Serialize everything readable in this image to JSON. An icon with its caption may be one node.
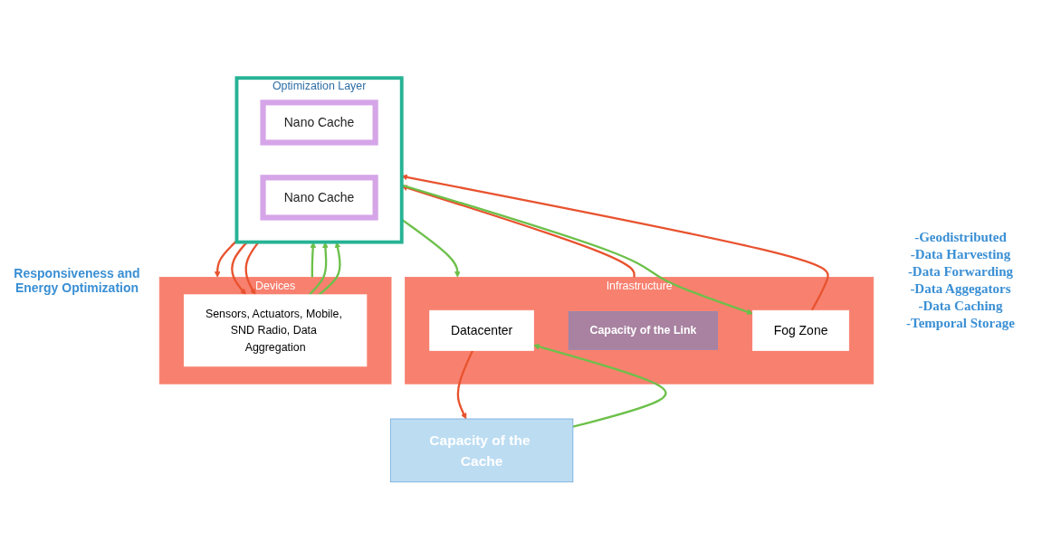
{
  "diagram": {
    "nodes": [
      {
        "text": [
          "Infrastructure"
        ]
      },
      {
        "text": [
          "Datacenter"
        ],
        "in": 0
      },
      {
        "text": [
          "Capacity of the Link"
        ],
        "in": 0
      },
      {
        "text": [
          "Fog Zone"
        ],
        "in": 0
      },
      {
        "text": [
          "Capacity of the Cache"
        ]
      },
      {
        "text": [
          "Optimization Layer"
        ]
      },
      {
        "text": [
          "Nano Cache"
        ],
        "in": 5
      },
      {
        "text": [
          "Nano Cache"
        ],
        "in": 5
      },
      {
        "text": [
          "Devices"
        ]
      },
      {
        "text": [
          "Sensors, Actuators, Mobile, SND Radio, Data Aggregation"
        ],
        "in": 8
      }
    ],
    "edges": [
      {
        "from": 0,
        "to": 5,
        "arrow": "to",
        "color": "#e8532f"
      },
      {
        "from": 5,
        "to": 0,
        "arrow": "to",
        "color": "#6cc04a"
      },
      {
        "from": 1,
        "to": 4,
        "arrow": "to",
        "color": "#e8532f"
      },
      {
        "from": 4,
        "to": 1,
        "arrow": "to",
        "color": "#6cc04a"
      },
      {
        "from": 3,
        "to": 5,
        "arrow": "to",
        "color": "#e8532f"
      },
      {
        "from": 5,
        "to": 3,
        "arrow": "to",
        "color": "#6cc04a"
      },
      {
        "from": 5,
        "to": 8,
        "arrow": "to",
        "color": "#e8532f"
      },
      {
        "from": 8,
        "to": 5,
        "arrow": "to",
        "color": "#6cc04a"
      },
      {
        "from": 5,
        "to": 9,
        "arrow": "to",
        "color": "#e8532f"
      },
      {
        "from": 9,
        "to": 5,
        "arrow": "to",
        "color": "#6cc04a"
      },
      {
        "from": 5,
        "to": 9,
        "arrow": "to",
        "color": "#e8532f"
      },
      {
        "from": 9,
        "to": 5,
        "arrow": "to",
        "color": "#6cc04a"
      }
    ],
    "labels": [
      "Responsiveness and Energy Optimization",
      "-Geodistributed",
      "-Data Harvesting",
      "-Data Forwarding",
      "-Data Aggegators",
      "-Data Caching",
      "-Temporal Storage"
    ]
  }
}
